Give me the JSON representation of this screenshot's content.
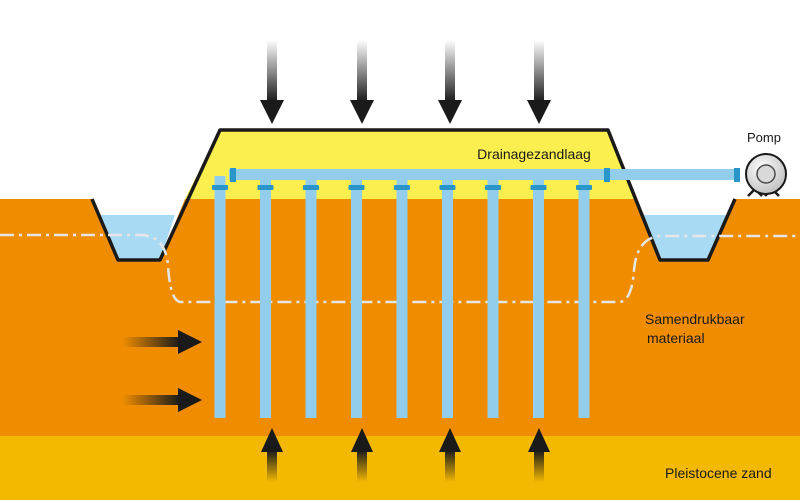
{
  "labels": {
    "drainage_layer": "Drainagezandlaag",
    "pump": "Pomp",
    "compressible_line1": "Samendrukbaar",
    "compressible_line2": "materiaal",
    "pleistocene": "Pleistocene zand"
  },
  "colors": {
    "pleistocene_sand": "#F3B800",
    "compressible_layer": "#EF8C00",
    "drainage_sand": "#FBEF4F",
    "water": "#A9DAF3",
    "drain": "#93CDEC",
    "drain_joint": "#2A95C8",
    "outline": "#1a1a1a",
    "water_table_line": "#E6E6E6"
  },
  "icons": {
    "load_arrows": "arrow-down-icon",
    "lateral_arrows": "arrow-right-icon",
    "upward_arrows": "arrow-up-icon",
    "pump": "pump-icon"
  },
  "counts": {
    "vertical_drains": 9,
    "load_arrows": 4,
    "lateral_arrows": 2,
    "upward_arrows": 4
  }
}
